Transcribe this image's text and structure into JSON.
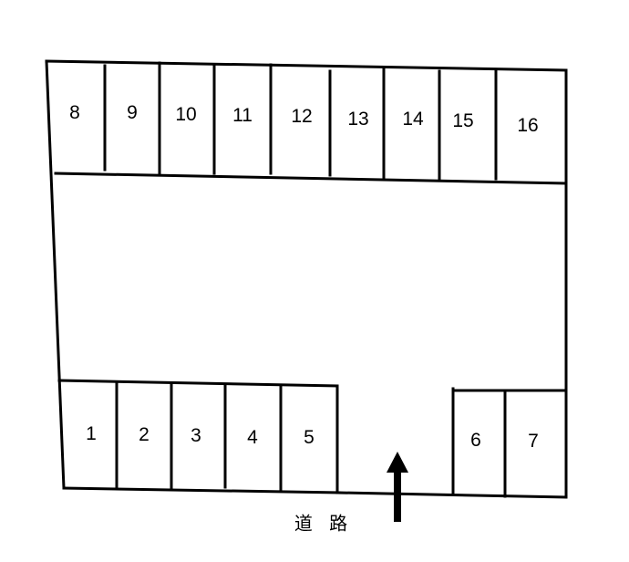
{
  "diagram": {
    "type": "parking-lot-layout",
    "road_label": "道 路",
    "entrance_arrow": "up-arrow",
    "top_row_spaces": [
      "8",
      "9",
      "10",
      "11",
      "12",
      "13",
      "14",
      "15",
      "16"
    ],
    "bottom_left_spaces": [
      "1",
      "2",
      "3",
      "4",
      "5"
    ],
    "bottom_right_spaces": [
      "6",
      "7"
    ],
    "colors": {
      "line": "#000000",
      "background": "#ffffff"
    }
  }
}
